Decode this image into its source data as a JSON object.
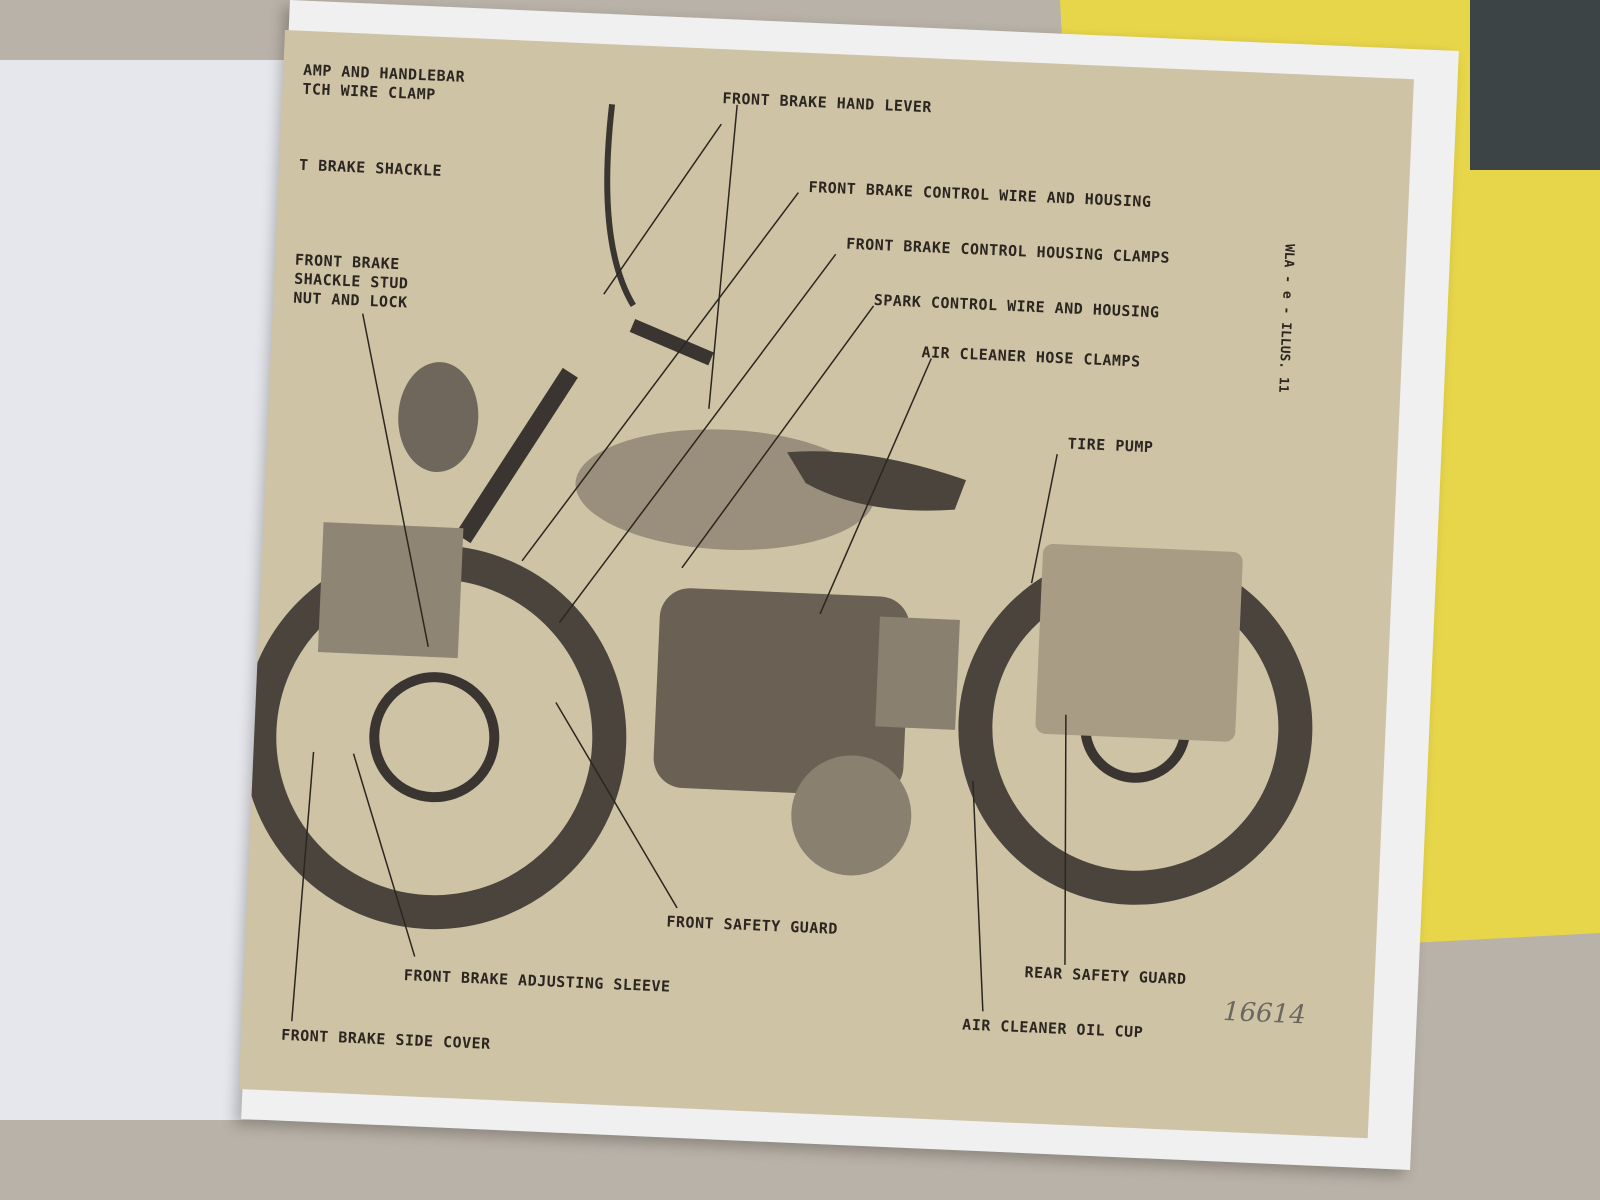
{
  "page": {
    "illustration_id": "WLA - e - ILLUS. 11",
    "handwritten_number": "16614"
  },
  "labels": {
    "handlebar_clamp": "AMP AND HANDLEBAR\nTCH WIRE CLAMP",
    "brake_shackle": "T BRAKE SHACKLE",
    "shackle_stud": "FRONT BRAKE\nSHACKLE STUD\nNUT AND LOCK",
    "hand_lever": "FRONT BRAKE HAND LEVER",
    "control_wire": "FRONT BRAKE CONTROL WIRE AND HOUSING",
    "housing_clamps": "FRONT BRAKE CONTROL HOUSING CLAMPS",
    "spark_control": "SPARK CONTROL WIRE AND HOUSING",
    "hose_clamps": "AIR CLEANER HOSE CLAMPS",
    "tire_pump": "TIRE PUMP",
    "front_safety_guard": "FRONT SAFETY GUARD",
    "rear_safety_guard": "REAR SAFETY GUARD",
    "adjusting_sleeve": "FRONT BRAKE ADJUSTING SLEEVE",
    "oil_cup": "AIR CLEANER OIL CUP",
    "side_cover": "FRONT BRAKE SIDE COVER"
  },
  "colors": {
    "paper": "#cfc3a6",
    "ink": "#2b2620",
    "folder": "#e8d64a"
  }
}
